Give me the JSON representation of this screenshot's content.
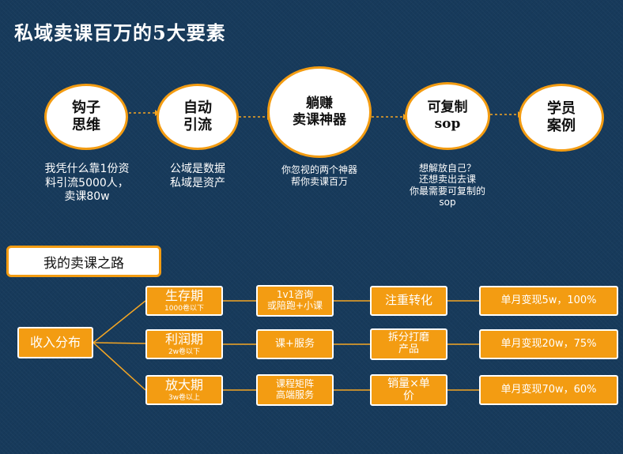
{
  "title": "私域卖课百万的5大要素",
  "steps": [
    {
      "lines": [
        "钩子",
        "思维"
      ],
      "desc": [
        "我凭什么靠1份资",
        "料引流5000人，",
        "卖课80w"
      ]
    },
    {
      "lines": [
        "自动",
        "引流"
      ],
      "desc": [
        "公域是数据",
        "私域是资产"
      ]
    },
    {
      "lines": [
        "躺赚",
        "卖课神器"
      ],
      "desc": [
        "你忽视的两个神器",
        "帮你卖课百万"
      ]
    },
    {
      "lines": [
        "可复制",
        "sop"
      ],
      "desc": [
        "想解放自己？",
        "还想卖出去课",
        "你最需要可复制的",
        "sop"
      ]
    },
    {
      "lines": [
        "学员",
        "案例"
      ],
      "desc": []
    }
  ],
  "road_title": "我的卖课之路",
  "root": "收入分布",
  "rows": [
    {
      "stage": "生存期",
      "stage_sub": "1000卷以下",
      "product": [
        "1v1咨询",
        "或陪跑+小课"
      ],
      "focus": [
        "注重转化"
      ],
      "result": "单月变现5w，100%"
    },
    {
      "stage": "利润期",
      "stage_sub": "2w卷以下",
      "product": [
        "课+服务"
      ],
      "focus": [
        "拆分打磨",
        "产品"
      ],
      "result": "单月变现20w，75%"
    },
    {
      "stage": "放大期",
      "stage_sub": "3w卷以上",
      "product": [
        "课程矩阵",
        "高端服务"
      ],
      "focus": [
        "销量×单",
        "价"
      ],
      "result": "单月变现70w，60%"
    }
  ],
  "colors": {
    "background": "#173a5b",
    "accent": "#f39c12",
    "connector": "#f5a623"
  }
}
